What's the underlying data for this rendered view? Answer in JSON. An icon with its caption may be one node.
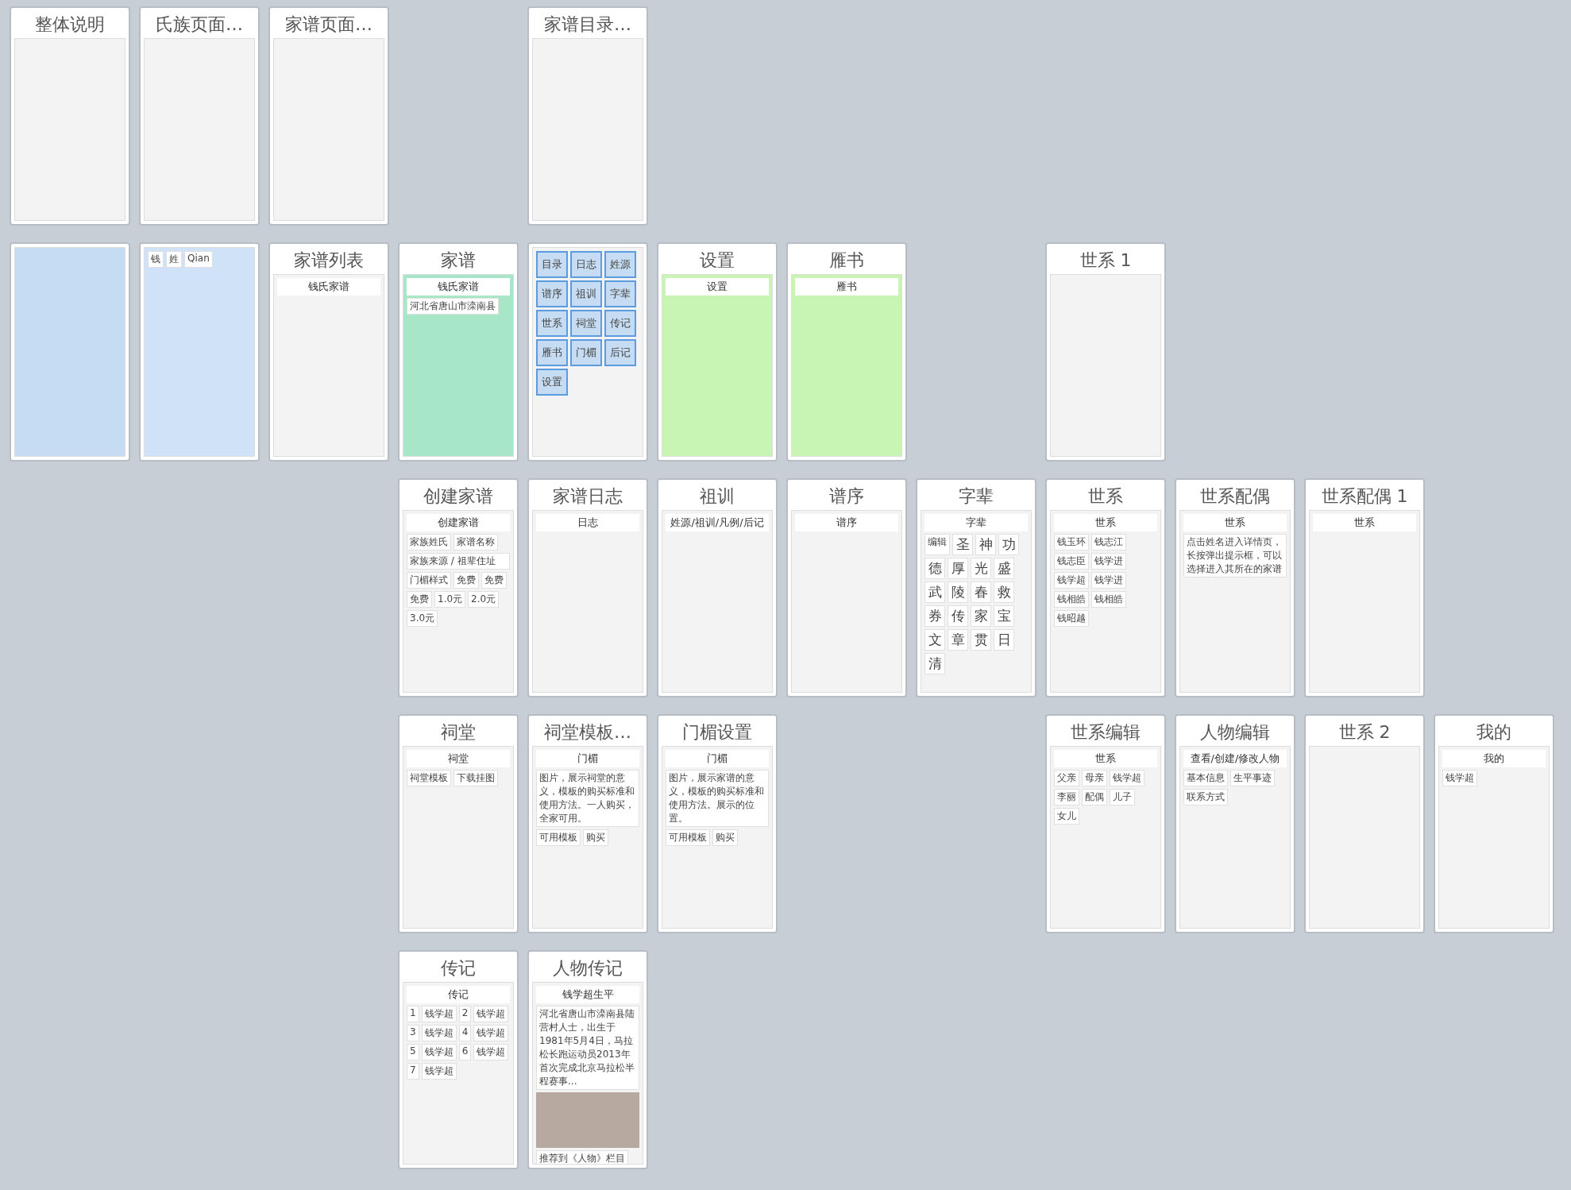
{
  "diagram": {
    "nodes": [
      {
        "text": [
          "整体说明"
        ]
      },
      {
        "text": [],
        "shape": "picture"
      },
      {
        "text": [
          "氏族页面…"
        ]
      },
      {
        "text": [
          "钱",
          "姓",
          "Qian"
        ]
      },
      {
        "text": [
          "家谱页面…"
        ]
      },
      {
        "text": [
          "家谱列表",
          "钱氏家谱"
        ]
      },
      {
        "text": [
          "家谱",
          "钱氏家谱",
          "河北省唐山市滦南县"
        ]
      },
      {
        "text": [
          "家谱目录…"
        ]
      },
      {
        "text": [
          "目录",
          "日志",
          "姓源",
          "谱序",
          "祖训",
          "字辈",
          "世系",
          "祠堂",
          "传记",
          "雁书",
          "门楣",
          "后记",
          "设置"
        ]
      },
      {
        "text": [
          "设置",
          "设置"
        ]
      },
      {
        "text": [
          "雁书",
          "雁书"
        ]
      },
      {
        "text": [
          "世系 1"
        ]
      },
      {
        "text": [
          "创建家谱",
          "创建家谱",
          "家族姓氏",
          "家谱名称",
          "家族来源 / 祖辈住址",
          "门楣样式",
          "免费",
          "免费",
          "免费",
          "1.0元",
          "2.0元",
          "3.0元"
        ]
      },
      {
        "text": [
          "家谱日志",
          "日志"
        ]
      },
      {
        "text": [
          "祖训",
          "姓源/祖训/凡例/后记"
        ]
      },
      {
        "text": [
          "谱序",
          "谱序"
        ]
      },
      {
        "text": [
          "字辈",
          "字辈",
          "编辑",
          "圣",
          "神",
          "功",
          "德",
          "厚",
          "光",
          "盛",
          "武",
          "陵",
          "春",
          "救",
          "券",
          "传",
          "家",
          "宝",
          "文",
          "章",
          "贯",
          "日",
          "清"
        ]
      },
      {
        "text": [
          "世系",
          "世系",
          "钱玉环",
          "钱志江",
          "钱志臣",
          "钱学进",
          "钱学超",
          "钱学进",
          "钱相皓",
          "钱相皓",
          "钱昭越"
        ]
      },
      {
        "text": [
          "世系配偶",
          "世系",
          "点击姓名进入详情页，长按弹出提示框，可以选择进入其所在的家谱"
        ]
      },
      {
        "text": [
          "世系配偶 1",
          "世系"
        ]
      },
      {
        "text": [
          "祠堂",
          "祠堂",
          "祠堂模板",
          "下载挂图"
        ]
      },
      {
        "text": [
          "祠堂模板…",
          "门楣",
          "图片，展示祠堂的意义，模板的购买标准和使用方法。一人购买，全家可用。",
          "可用模板",
          "购买"
        ]
      },
      {
        "text": [
          "门楣设置",
          "门楣",
          "图片，展示家谱的意义，模板的购买标准和使用方法。展示的位置。",
          "可用模板",
          "购买"
        ]
      },
      {
        "text": [
          "世系编辑",
          "世系",
          "父亲",
          "母亲",
          "钱学超",
          "李丽",
          "配偶",
          "儿子",
          "女儿"
        ]
      },
      {
        "text": [
          "人物编辑",
          "查看/创建/修改人物",
          "基本信息",
          "生平事迹",
          "联系方式"
        ]
      },
      {
        "text": [
          "世系 2"
        ]
      },
      {
        "text": [
          "我的",
          "我的",
          "钱学超"
        ]
      },
      {
        "text": [
          "传记",
          "传记",
          "1",
          "钱学超",
          "2",
          "钱学超",
          "3",
          "钱学超",
          "4",
          "钱学超",
          "5",
          "钱学超",
          "6",
          "钱学超",
          "7",
          "钱学超"
        ]
      },
      {
        "text": [
          "人物传记",
          "钱学超生平",
          "河北省唐山市滦南县陆营村人士，出生于1981年5月4日，马拉松长跑运动员2013年首次完成北京马拉松半程赛事...",
          "推荐到《人物》栏目"
        ]
      }
    ]
  }
}
